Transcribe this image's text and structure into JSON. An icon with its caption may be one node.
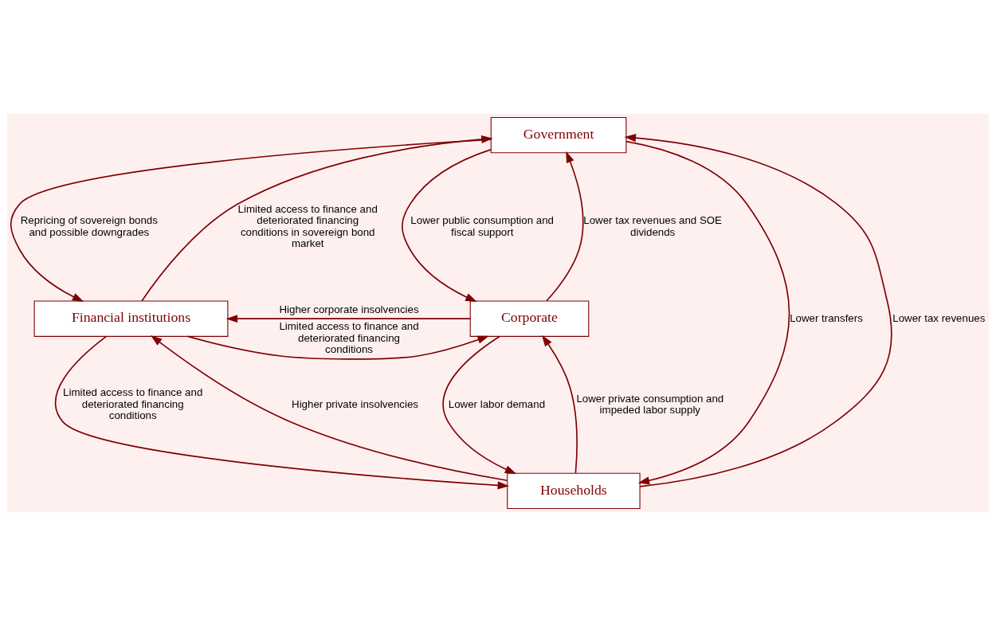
{
  "diagram": {
    "nodes": [
      {
        "text": [
          "Government"
        ]
      },
      {
        "text": [
          "Financial institutions"
        ]
      },
      {
        "text": [
          "Corporate"
        ]
      },
      {
        "text": [
          "Households"
        ]
      }
    ],
    "edges": [
      {
        "from": 1,
        "to": 0,
        "arrow": "to",
        "label": "Limited access to finance and deteriorated financing conditions in sovereign bond market"
      },
      {
        "from": 0,
        "to": 1,
        "arrow": "to",
        "label": "Repricing of sovereign bonds and possible downgrades"
      },
      {
        "from": 2,
        "to": 0,
        "arrow": "to",
        "label": "Lower tax revenues and SOE dividends"
      },
      {
        "from": 0,
        "to": 2,
        "arrow": "to",
        "label": "Lower public consumption and fiscal support"
      },
      {
        "from": 0,
        "to": 3,
        "arrow": "to",
        "label": "Lower transfers"
      },
      {
        "from": 3,
        "to": 0,
        "arrow": "to",
        "label": "Lower tax revenues"
      },
      {
        "from": 2,
        "to": 1,
        "arrow": "to",
        "label": "Higher corporate insolvencies"
      },
      {
        "from": 1,
        "to": 2,
        "arrow": "to",
        "label": "Limited access to finance and deteriorated financing conditions"
      },
      {
        "from": 3,
        "to": 1,
        "arrow": "to",
        "label": "Higher private insolvencies"
      },
      {
        "from": 1,
        "to": 3,
        "arrow": "to",
        "label": "Limited access to finance and deteriorated financing conditions"
      },
      {
        "from": 3,
        "to": 2,
        "arrow": "to",
        "label": "Lower private consumption and impeded labor supply"
      },
      {
        "from": 2,
        "to": 3,
        "arrow": "to",
        "label": "Lower labor demand"
      }
    ]
  }
}
